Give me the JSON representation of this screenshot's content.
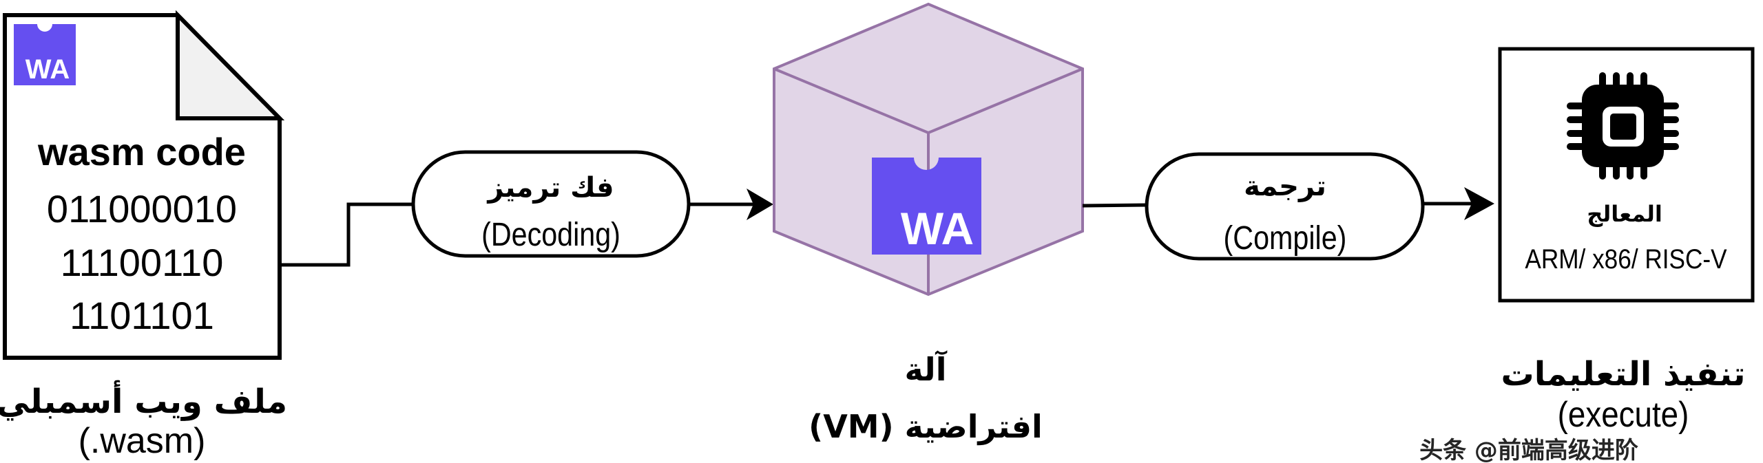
{
  "colors": {
    "wasm_purple": "#654FF0",
    "vm_fill": "#E1D5E7",
    "vm_stroke": "#9673A6",
    "fold_fill": "#F1F1F1",
    "line": "#000000"
  },
  "wasm_file": {
    "logo_text": "WA",
    "title": "wasm code",
    "binary_lines": [
      "011000010",
      "11100110",
      "1101101"
    ],
    "label_ar": "ملف ويب أسمبلي",
    "label_en": "(.wasm)"
  },
  "decoding": {
    "label_ar": "فك ترميز",
    "label_en": "(Decoding)"
  },
  "vm": {
    "logo_text": "WA",
    "label_ar_line1": "آلة",
    "label_ar_line2": "افتراضية (VM)"
  },
  "compile": {
    "label_ar": "ترجمة",
    "label_en": "(Compile)"
  },
  "processor": {
    "icon": "cpu-chip-icon",
    "label_ar": "المعالج",
    "architectures": "ARM/ x86/ RISC-V"
  },
  "execute": {
    "label_ar": "تنفيذ التعليمات",
    "label_en": "(execute)"
  },
  "watermark": {
    "text": "头条 @前端高级进阶"
  }
}
